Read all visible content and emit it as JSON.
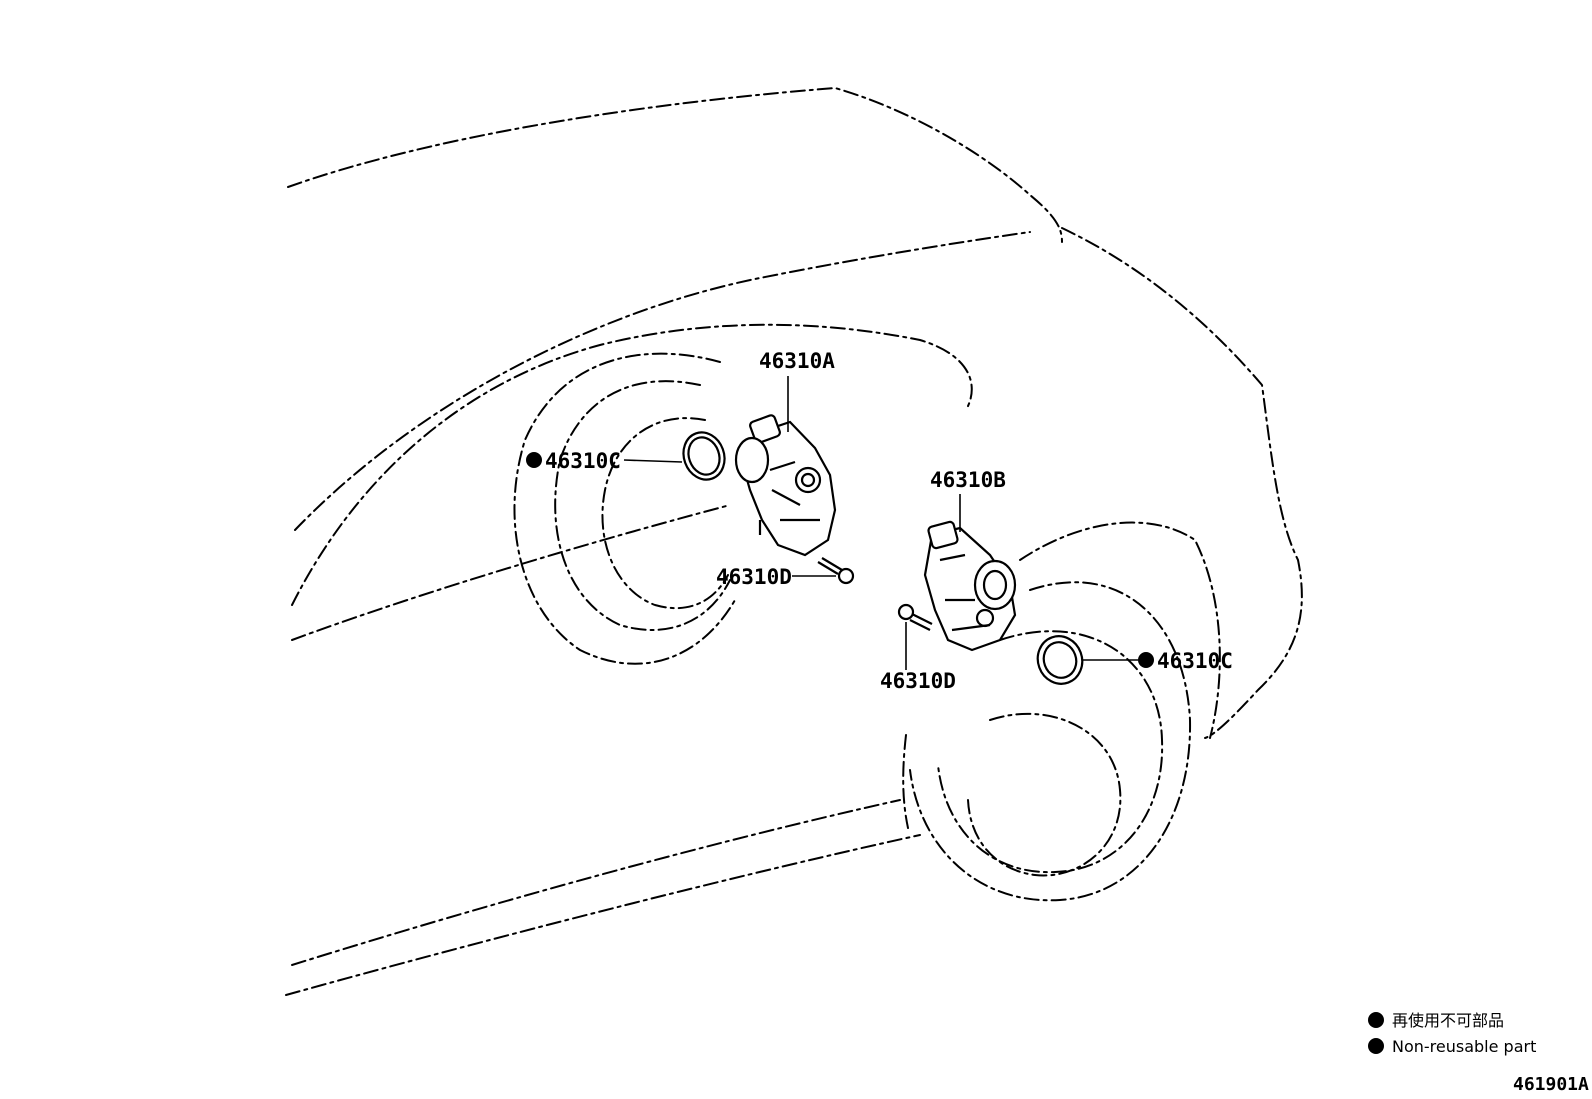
{
  "diagram": {
    "labels": {
      "part_a": "46310A",
      "part_b": "46310B",
      "part_c_left": "46310C",
      "part_c_right": "46310C",
      "part_d_left": "46310D",
      "part_d_right": "46310D"
    },
    "legend": {
      "japanese": "再使用不可部品",
      "english": "Non-reusable part"
    },
    "figure_code": "461901A"
  }
}
